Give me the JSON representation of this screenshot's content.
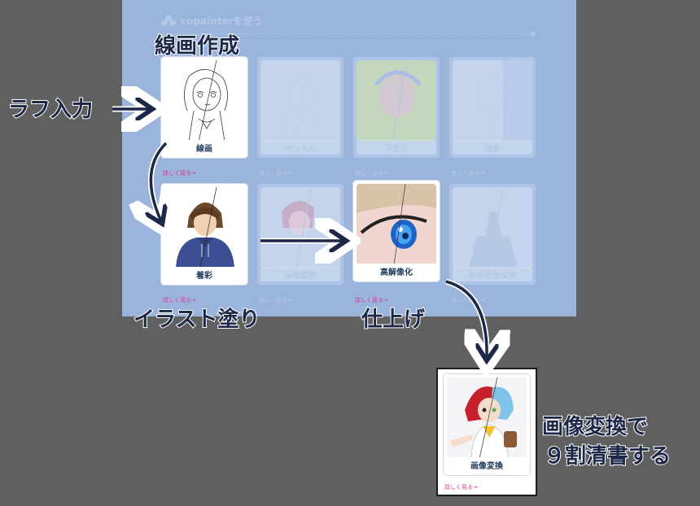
{
  "panel": {
    "header": "copainterを使う"
  },
  "cards_top": [
    {
      "label": "線画",
      "link": "詳しく見る→",
      "state": "active"
    },
    {
      "label": "ペン入れ",
      "link": "詳しく見る→",
      "state": "faded"
    },
    {
      "label": "下塗り",
      "link": "詳しく見る→",
      "state": "faded"
    },
    {
      "label": "陰影",
      "link": "詳しく見る→",
      "state": "faded"
    }
  ],
  "cards_bottom": [
    {
      "label": "着彩",
      "link": "詳しく見る→",
      "state": "active"
    },
    {
      "label": "画像変換",
      "link": "詳しく見る→",
      "state": "faded"
    },
    {
      "label": "高解像化",
      "link": "詳しく見る→",
      "state": "active"
    },
    {
      "label": "写真背景変換",
      "link": "詳しく見る→",
      "state": "faded"
    }
  ],
  "final_card": {
    "label": "画像変換",
    "link": "詳しく見る→"
  },
  "annotations": {
    "lineart_title": "線画作成",
    "rough_input": "ラフ入力",
    "illust_paint": "イラスト塗り",
    "finish": "仕上げ",
    "convert_line1": "画像変換で",
    "convert_line2": "９割清書する"
  },
  "colors": {
    "background": "#606060",
    "panel": "#9ab4dc",
    "annotation_text": "#1d2747",
    "link": "#d63a8b"
  },
  "icons": [
    "copainter-logo-icon",
    "arrow-right-icon",
    "arrow-curve-down-icon"
  ]
}
